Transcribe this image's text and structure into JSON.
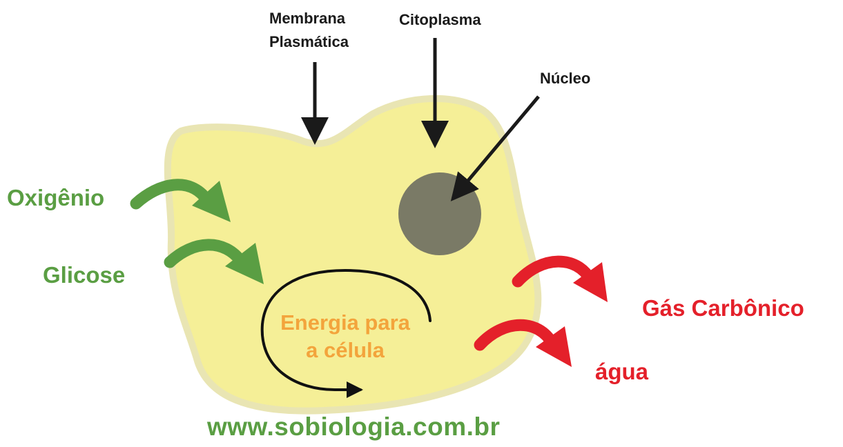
{
  "labels": {
    "membrane_line1": "Membrana",
    "membrane_line2": "Plasmática",
    "cytoplasm": "Citoplasma",
    "nucleus": "Núcleo",
    "oxygen": "Oxigênio",
    "glucose": "Glicose",
    "energy_line1": "Energia para",
    "energy_line2": "a célula",
    "co2": "Gás Carbônico",
    "water": "água"
  },
  "watermark": "www.sobiologia.com.br",
  "colors": {
    "cell_fill": "#f5ef97",
    "cell_border": "#e9e5b3",
    "nucleus": "#7a7a66",
    "pointer": "#1a1a1a",
    "input_green": "#5a9e43",
    "output_red": "#e4202a",
    "energy_orange": "#f3a43c",
    "energy_cycle": "#111111"
  }
}
